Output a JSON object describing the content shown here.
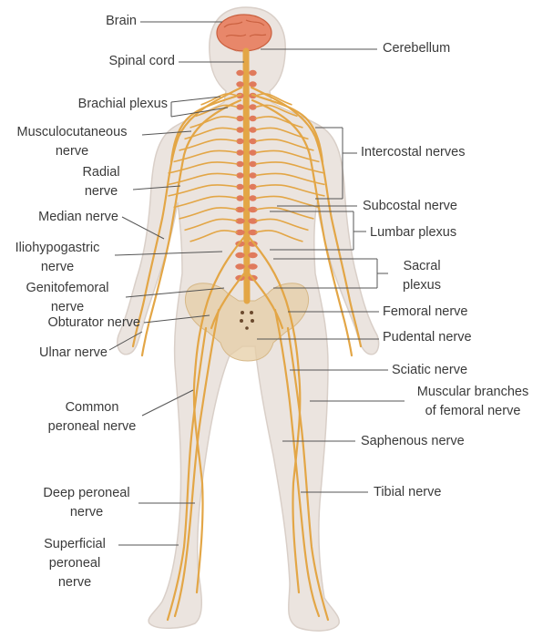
{
  "colors": {
    "body": "#ebe4df",
    "body_outline": "#d9cfc8",
    "nerve": "#e3a646",
    "nerve_dark": "#d08b2c",
    "brain": "#e8876a",
    "brain_dark": "#c9603f",
    "vertebra": "#e07a5c",
    "pelvis": "#e6cda6",
    "leader": "#555555",
    "text": "#3a3a3a"
  },
  "labels": {
    "left": {
      "brain": "Brain",
      "spinal_cord": "Spinal cord",
      "brachial_plexus": "Brachial plexus",
      "musculocutaneous": "Musculocutaneous\nnerve",
      "radial": "Radial\nnerve",
      "median": "Median nerve",
      "iliohypogastric": "Iliohypogastric\nnerve",
      "genitofemoral": "Genitofemoral\nnerve",
      "obturator": "Obturator nerve",
      "ulnar": "Ulnar nerve",
      "common_peroneal": "Common\nperoneal nerve",
      "deep_peroneal": "Deep peroneal\nnerve",
      "superficial_peroneal": "Superficial\nperoneal\nnerve"
    },
    "right": {
      "cerebellum": "Cerebellum",
      "intercostal": "Intercostal nerves",
      "subcostal": "Subcostal nerve",
      "lumbar_plexus": "Lumbar plexus",
      "sacral_plexus": "Sacral\nplexus",
      "femoral": "Femoral nerve",
      "pudental": "Pudental nerve",
      "sciatic": "Sciatic nerve",
      "muscular_branches": "Muscular branches\nof femoral nerve",
      "saphenous": "Saphenous nerve",
      "tibial": "Tibial nerve"
    }
  }
}
